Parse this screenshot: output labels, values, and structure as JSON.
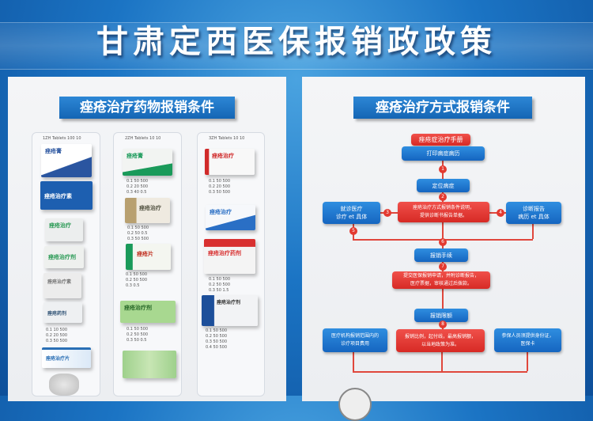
{
  "title": "甘肃定西医保报销政政策",
  "left": {
    "heading": "痤疮治疗药物报销条件",
    "columns": [
      {
        "caption": "1ZH Tablets 100 10",
        "items": [
          {
            "label": "痤疮膏",
            "color": "#2a55a0"
          },
          {
            "label": "痤疮治疗素",
            "color": "#1d5fb0"
          },
          {
            "label": "痤疮治疗",
            "color": "#2a9a55"
          },
          {
            "label": "痤疮治疗剂",
            "color": "#2a9a55"
          },
          {
            "label": "痤疮治疗素",
            "color": "#777777"
          },
          {
            "label": "痤疮药剂",
            "color": "#335577"
          },
          {
            "label": "痤疮治疗片",
            "color": "#2a6fb5"
          }
        ],
        "note": "0.1 10 500\n0.2 20 500\n0.3 50 500"
      },
      {
        "caption": "2ZH Tablets 10 10",
        "items": [
          {
            "label": "痤疮膏",
            "color": "#1a9a5a"
          },
          {
            "label": "痤疮治疗",
            "color": "#b8a070"
          },
          {
            "label": "痤疮片",
            "color": "#1a9a5a"
          },
          {
            "label": "痤疮治疗剂",
            "color": "#8cc070"
          },
          {
            "label": "",
            "color": "#7cc07a"
          }
        ],
        "notes": [
          "0.1 50 500\n0.2 20 500\n0.3 40 0.5",
          "0.1 50 500\n0.2 50 0.5\n0.3 50 500",
          "0.1 50 500\n0.2 50 500\n0.3 0.5",
          "0.1 50 500\n0.2 50 500\n0.3 50 0.5"
        ]
      },
      {
        "caption": "3ZH Tablets 10 10",
        "items": [
          {
            "label": "痤疮治疗",
            "color": "#d02a2a"
          },
          {
            "label": "痤疮治疗",
            "color": "#2a6fc5"
          },
          {
            "label": "痤疮治疗药剂",
            "color": "#d83030"
          },
          {
            "label": "痤疮治疗剂",
            "color": "#1d4f9a"
          }
        ],
        "notes": [
          "0.1 50 500\n0.2 20 500\n0.3 50 500",
          "0.1 50 500\n0.2 50 500\n0.3 50 1.5",
          "0.1 50 500\n0.2 50 500\n0.3 50 500\n0.4 50 500"
        ]
      }
    ]
  },
  "right": {
    "heading": "痤疮治疗方式报销条件",
    "flow": {
      "start": "痤疮症治疗手册",
      "step1": "打印病症病历",
      "step2": "定位病症",
      "left_branch": "就诊医疗\n诊疗 et 具体",
      "center_red": "痤疮治疗方式报销条件说明，\n提供诊断书报告单据。",
      "right_branch": "诊断报告\n病历 et 具体",
      "step3": "报销手续",
      "red2": "提交医保报销申请，并附诊断报告，\n医疗票据，审核通过后拨款。",
      "step4": "报销限额",
      "bottom_left": "医疗机构报销范围内的\n诊疗项目费用",
      "bottom_red": "报销比例，起付线，最高报销额，\n以当地政策为准。",
      "bottom_right": "参保人员须提供身份证，\n医保卡"
    },
    "badges": [
      "1",
      "2",
      "3",
      "4",
      "5",
      "6",
      "7",
      "8"
    ]
  },
  "colors": {
    "accent_blue": "#1565c0",
    "accent_red": "#d72a25"
  }
}
